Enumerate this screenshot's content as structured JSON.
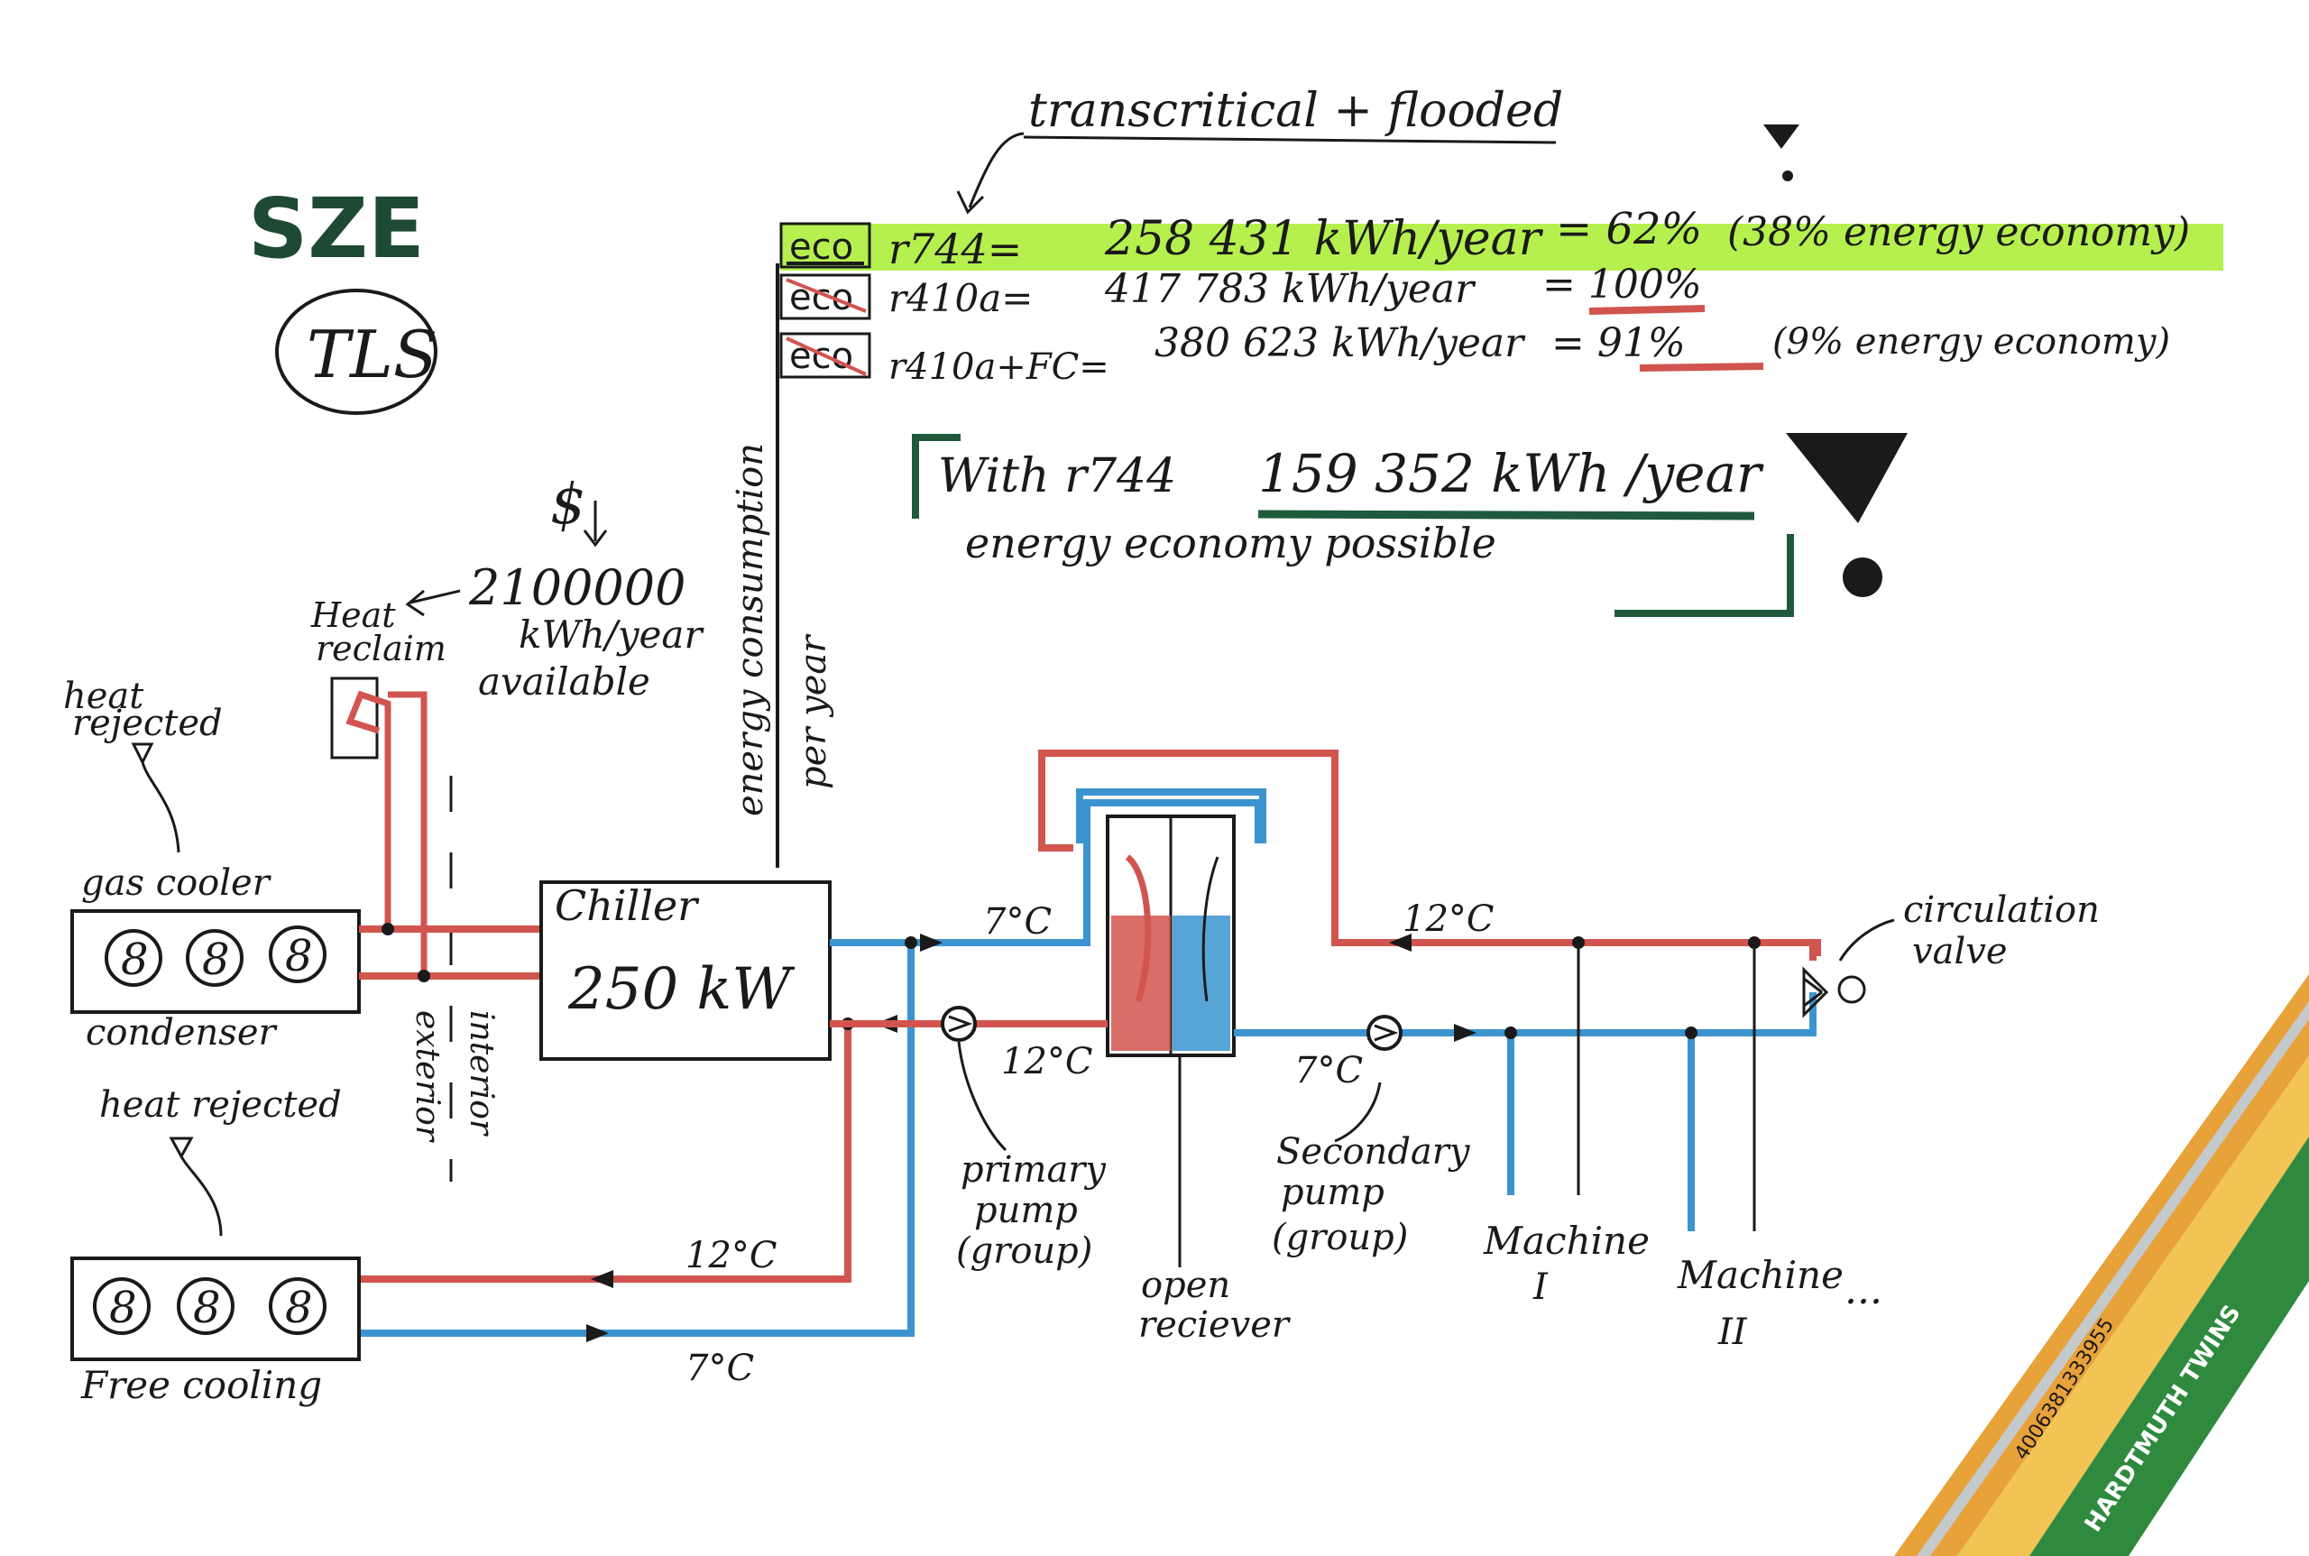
{
  "colors": {
    "hot": "#d2544e",
    "cold": "#3b94d0",
    "ink": "#1a1a1a",
    "highlight": "#b6f04e",
    "underline_red": "#d2544e",
    "underline_green": "#1f5a3c",
    "logo_green": "#1e4a33"
  },
  "header": {
    "logo": "SZE",
    "logo_sub": "TLS",
    "annotation": "transcritical + flooded"
  },
  "comparison": {
    "axis_label_1": "energy consumption",
    "axis_label_2": "per year",
    "rows": [
      {
        "badge": "eco",
        "label": "r744=",
        "value": "258 431 kWh/year",
        "eq": "= 62%",
        "note": "(38% energy economy)"
      },
      {
        "badge": "eco",
        "label": "r410a=",
        "value": "417 783 kWh/year",
        "eq": "= 100%",
        "note": ""
      },
      {
        "badge": "eco",
        "label": "r410a+FC=",
        "value": "380 623 kWh/year",
        "eq": "= 91%",
        "note": "(9% energy economy)"
      }
    ]
  },
  "callout": {
    "line1_prefix": "With r744",
    "line1_value": "159 352 kWh /year",
    "line2": "energy economy possible"
  },
  "heat_reclaim": {
    "dollar": "$",
    "value": "2100000",
    "unit": "kWh/year",
    "available": "available",
    "label_1": "Heat",
    "label_2": "reclaim"
  },
  "equipment": {
    "heat_rejected_top_1": "heat",
    "heat_rejected_top_2": "rejected",
    "gas_cooler": "gas cooler",
    "condenser": "condenser",
    "fan": "8",
    "chiller_1": "Chiller",
    "chiller_2": "250 kW",
    "interior": "interior",
    "exterior": "exterior",
    "heat_rejected_bottom": "heat rejected",
    "free_cooling": "Free cooling",
    "open_receiver_1": "open",
    "open_receiver_2": "reciever",
    "primary_pump_1": "primary",
    "primary_pump_2": "pump",
    "primary_pump_3": "(group)",
    "secondary_pump_1": "Secondary",
    "secondary_pump_2": "pump",
    "secondary_pump_3": "(group)",
    "circulation_valve_1": "circulation",
    "circulation_valve_2": "valve",
    "machine_1": "Machine",
    "machine_1_num": "I",
    "machine_2": "Machine",
    "machine_2_num": "II",
    "ellipsis": "...",
    "temps": {
      "supply_chiller": "7°C",
      "return_chiller": "12°C",
      "return_loop": "12°C",
      "supply_loop": "7°C",
      "fc_return": "12°C",
      "fc_supply": "7°C"
    }
  },
  "pencil": {
    "brand": "HARDTMUTH TWINS",
    "barcode": "4006381333955"
  }
}
